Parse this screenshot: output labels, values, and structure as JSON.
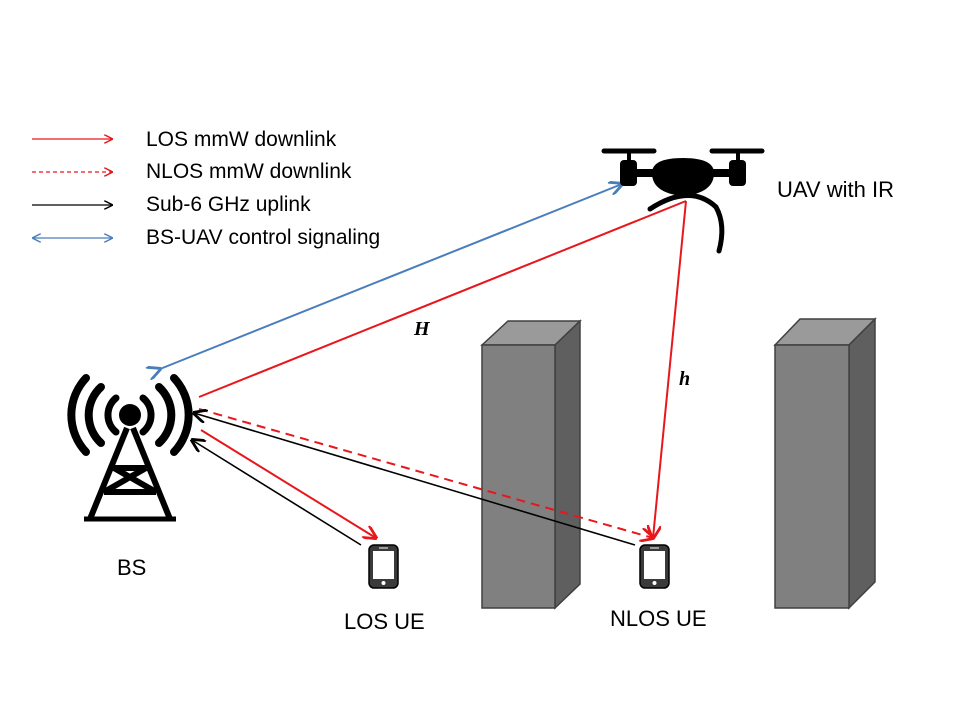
{
  "legend": {
    "items": [
      {
        "label": "LOS mmW downlink",
        "color": "#e8171c",
        "style": "solid",
        "bidirectional": false
      },
      {
        "label": "NLOS mmW downlink",
        "color": "#e8171c",
        "style": "dashed",
        "bidirectional": false
      },
      {
        "label": "Sub-6 GHz uplink",
        "color": "#000000",
        "style": "solid",
        "bidirectional": false
      },
      {
        "label": "BS-UAV control signaling",
        "color": "#4a7ebb",
        "style": "solid",
        "bidirectional": true
      }
    ]
  },
  "nodes": {
    "bs": {
      "label": "BS",
      "icon": "cell-tower-icon"
    },
    "uav": {
      "label": "UAV with IR",
      "icon": "drone-icon"
    },
    "los_ue": {
      "label": "LOS UE",
      "icon": "smartphone-icon"
    },
    "nlos_ue": {
      "label": "NLOS UE",
      "icon": "smartphone-icon"
    }
  },
  "links": {
    "H": "H",
    "h": "h"
  },
  "colors": {
    "mmw": "#e8171c",
    "uplink": "#000000",
    "control": "#4a7ebb",
    "building_front": "#808080",
    "building_side": "#5f5f5f",
    "building_top": "#9a9a9a"
  }
}
